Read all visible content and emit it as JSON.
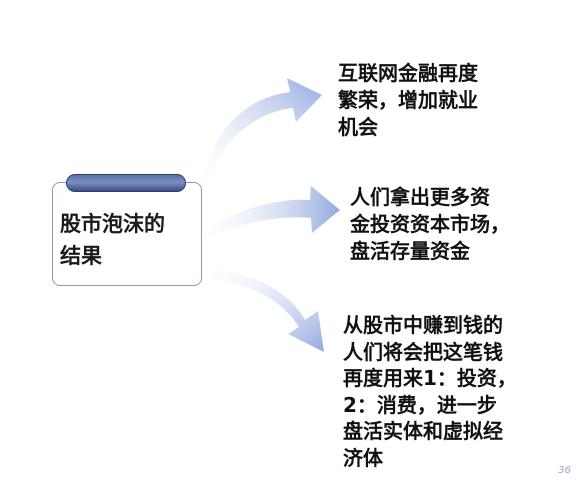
{
  "source": {
    "label": "股市泡沫的\n结果"
  },
  "results": [
    {
      "text": "互联网金融再度\n繁荣，增加就业\n机会"
    },
    {
      "text": "人们拿出更多资\n金投资资本市场，\n盘活存量资金"
    },
    {
      "text": "从股市中赚到钱的\n人们将会把这笔钱\n再度用来1：投资，\n2：消费，进一步\n盘活实体和虚拟经\n济体"
    }
  ],
  "page_number": "36",
  "colors": {
    "arrow": "#9fb3e3",
    "box_border": "#8a97c8",
    "pill": "#5a6ea8"
  }
}
